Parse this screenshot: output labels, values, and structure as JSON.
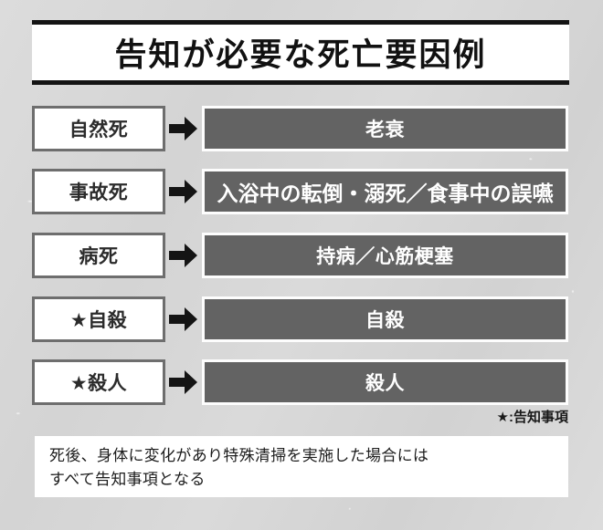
{
  "title": "告知が必要な死亡要因例",
  "rows": [
    {
      "label": "自然死",
      "value": "老衰",
      "starred": false
    },
    {
      "label": "事故死",
      "value": "入浴中の転倒・溺死／食事中の誤嚥",
      "starred": false
    },
    {
      "label": "病死",
      "value": "持病／心筋梗塞",
      "starred": false
    },
    {
      "label": "★自殺",
      "value": "自殺",
      "starred": true
    },
    {
      "label": "★殺人",
      "value": "殺人",
      "starred": true
    }
  ],
  "legend": "★:告知事項",
  "note": {
    "line1": "死後、身体に変化があり特殊清掃を実施した場合には",
    "line2": "すべて告知事項となる"
  },
  "colors": {
    "background": "#d9d9d9",
    "value_fill": "#636363",
    "label_border": "#6e6e6e",
    "title_rule": "#141414",
    "arrow": "#141414",
    "value_text": "#ffffff"
  }
}
